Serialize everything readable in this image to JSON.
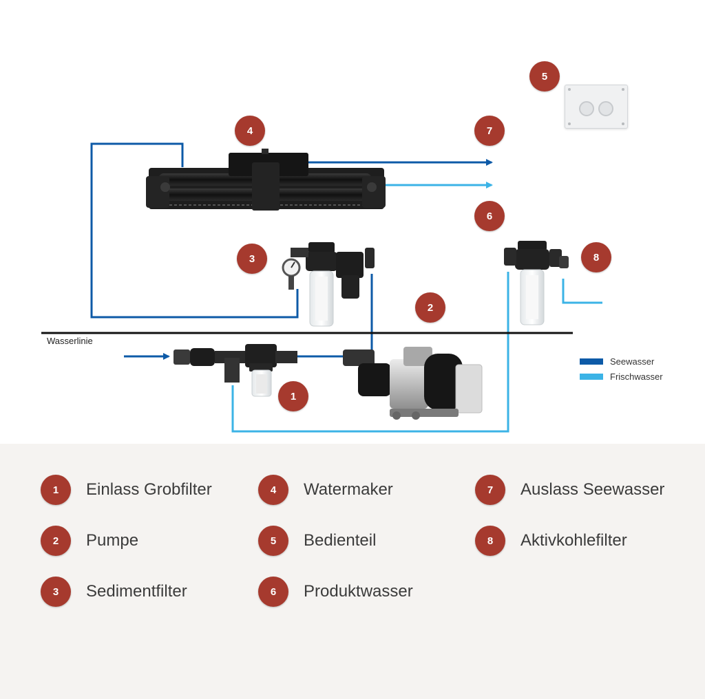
{
  "diagram": {
    "waterline_label": "Wasserlinie",
    "markers": [
      {
        "num": "1"
      },
      {
        "num": "2"
      },
      {
        "num": "3"
      },
      {
        "num": "4"
      },
      {
        "num": "5"
      },
      {
        "num": "6"
      },
      {
        "num": "7"
      },
      {
        "num": "8"
      }
    ],
    "flow_legend": [
      {
        "label": "Seewasser",
        "color": "#0d5aa7"
      },
      {
        "label": "Frischwasser",
        "color": "#3bb3e6"
      }
    ],
    "colors": {
      "seewasser": "#0d5aa7",
      "frischwasser": "#3bb3e6",
      "marker": "#a63a2e",
      "legend_background": "#f5f3f1"
    }
  },
  "legend": [
    {
      "num": "1",
      "label": "Einlass Grobfilter"
    },
    {
      "num": "2",
      "label": "Pumpe"
    },
    {
      "num": "3",
      "label": "Sedimentfilter"
    },
    {
      "num": "4",
      "label": "Watermaker"
    },
    {
      "num": "5",
      "label": "Bedienteil"
    },
    {
      "num": "6",
      "label": "Produktwasser"
    },
    {
      "num": "7",
      "label": "Auslass Seewasser"
    },
    {
      "num": "8",
      "label": "Aktivkohlefilter"
    }
  ]
}
